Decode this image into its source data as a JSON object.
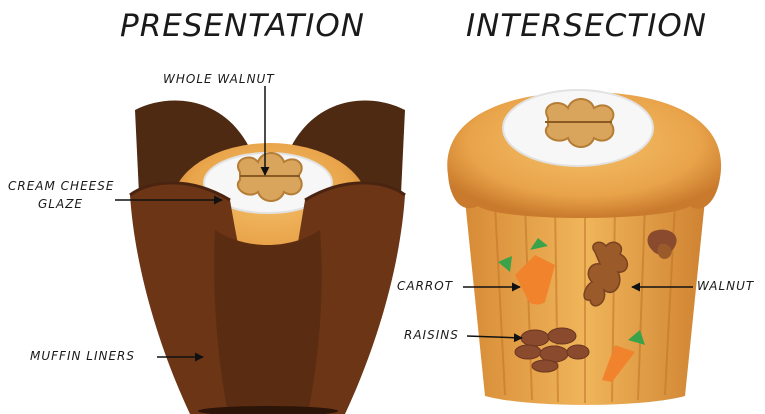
{
  "titles": {
    "left": "PRESENTATION",
    "right": "INTERSECTION"
  },
  "labels": {
    "whole_walnut": "WHOLE WALNUT",
    "cream_cheese_glaze_line1": "CREAM CHEESE",
    "cream_cheese_glaze_line2": "GLAZE",
    "muffin_liners": "MUFFIN LINERS",
    "carrot": "CARROT",
    "walnut": "WALNUT",
    "raisins": "RAISINS"
  },
  "colors": {
    "liner_dark": "#4a2410",
    "liner_mid": "#6b3516",
    "liner_light": "#8a4a22",
    "muffin_orange": "#e9a74a",
    "muffin_shade": "#c97a2c",
    "glaze": "#f7f7f7",
    "walnut": "#d9a55c",
    "carrot": "#f0832b",
    "carrot_leaf": "#3aa34a",
    "raisin": "#8a4a2e"
  }
}
